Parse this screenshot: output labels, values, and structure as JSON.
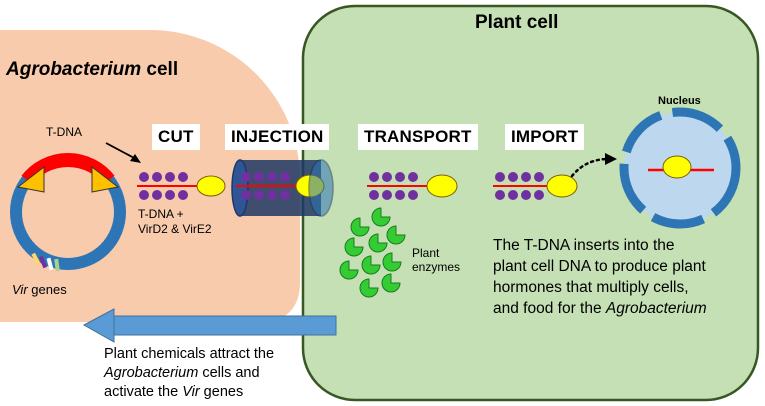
{
  "diagram": {
    "agro_cell_label": "Agrobacterium",
    "agro_cell_suffix": " cell",
    "plant_cell_label": "Plant cell",
    "tdna_label": "T-DNA",
    "vir_genes_italic": "Vir",
    "vir_genes_suffix": " genes",
    "steps": {
      "cut": "CUT",
      "injection": "INJECTION",
      "transport": "TRANSPORT",
      "import": "IMPORT"
    },
    "complex_label_line1": "T-DNA +",
    "complex_label_line2": "VirD2 & VirE2",
    "enzymes_label_line1": "Plant",
    "enzymes_label_line2": "enzymes",
    "nucleus_label": "Nucleus",
    "insert_text": {
      "line1": "The T-DNA inserts into the",
      "line2": "plant cell DNA to produce plant",
      "line3": "hormones that multiply cells,",
      "line4_prefix": "and food for the ",
      "line4_italic": "Agrobacterium"
    },
    "signal_text": {
      "line1": "Plant chemicals attract the",
      "line2_italic": "Agrobacterium",
      "line2_suffix": " cells and",
      "line3_prefix": "activate the ",
      "line3_italic": "Vir",
      "line3_suffix": " genes"
    },
    "colors": {
      "agro_cell": "#f8cbad",
      "plant_cell": "#c5e0b4",
      "plant_cell_border": "#385723",
      "plasmid": "#2e75b6",
      "tdna_segment": "#ff0000",
      "border_marker": "#ffc000",
      "protein_dot": "#7030a0",
      "protein_head": "#ffff00",
      "enzyme": "#33cc33",
      "nucleus": "#bdd7ee",
      "signal_arrow": "#5b9bd5",
      "channel": "#1f3864"
    }
  }
}
